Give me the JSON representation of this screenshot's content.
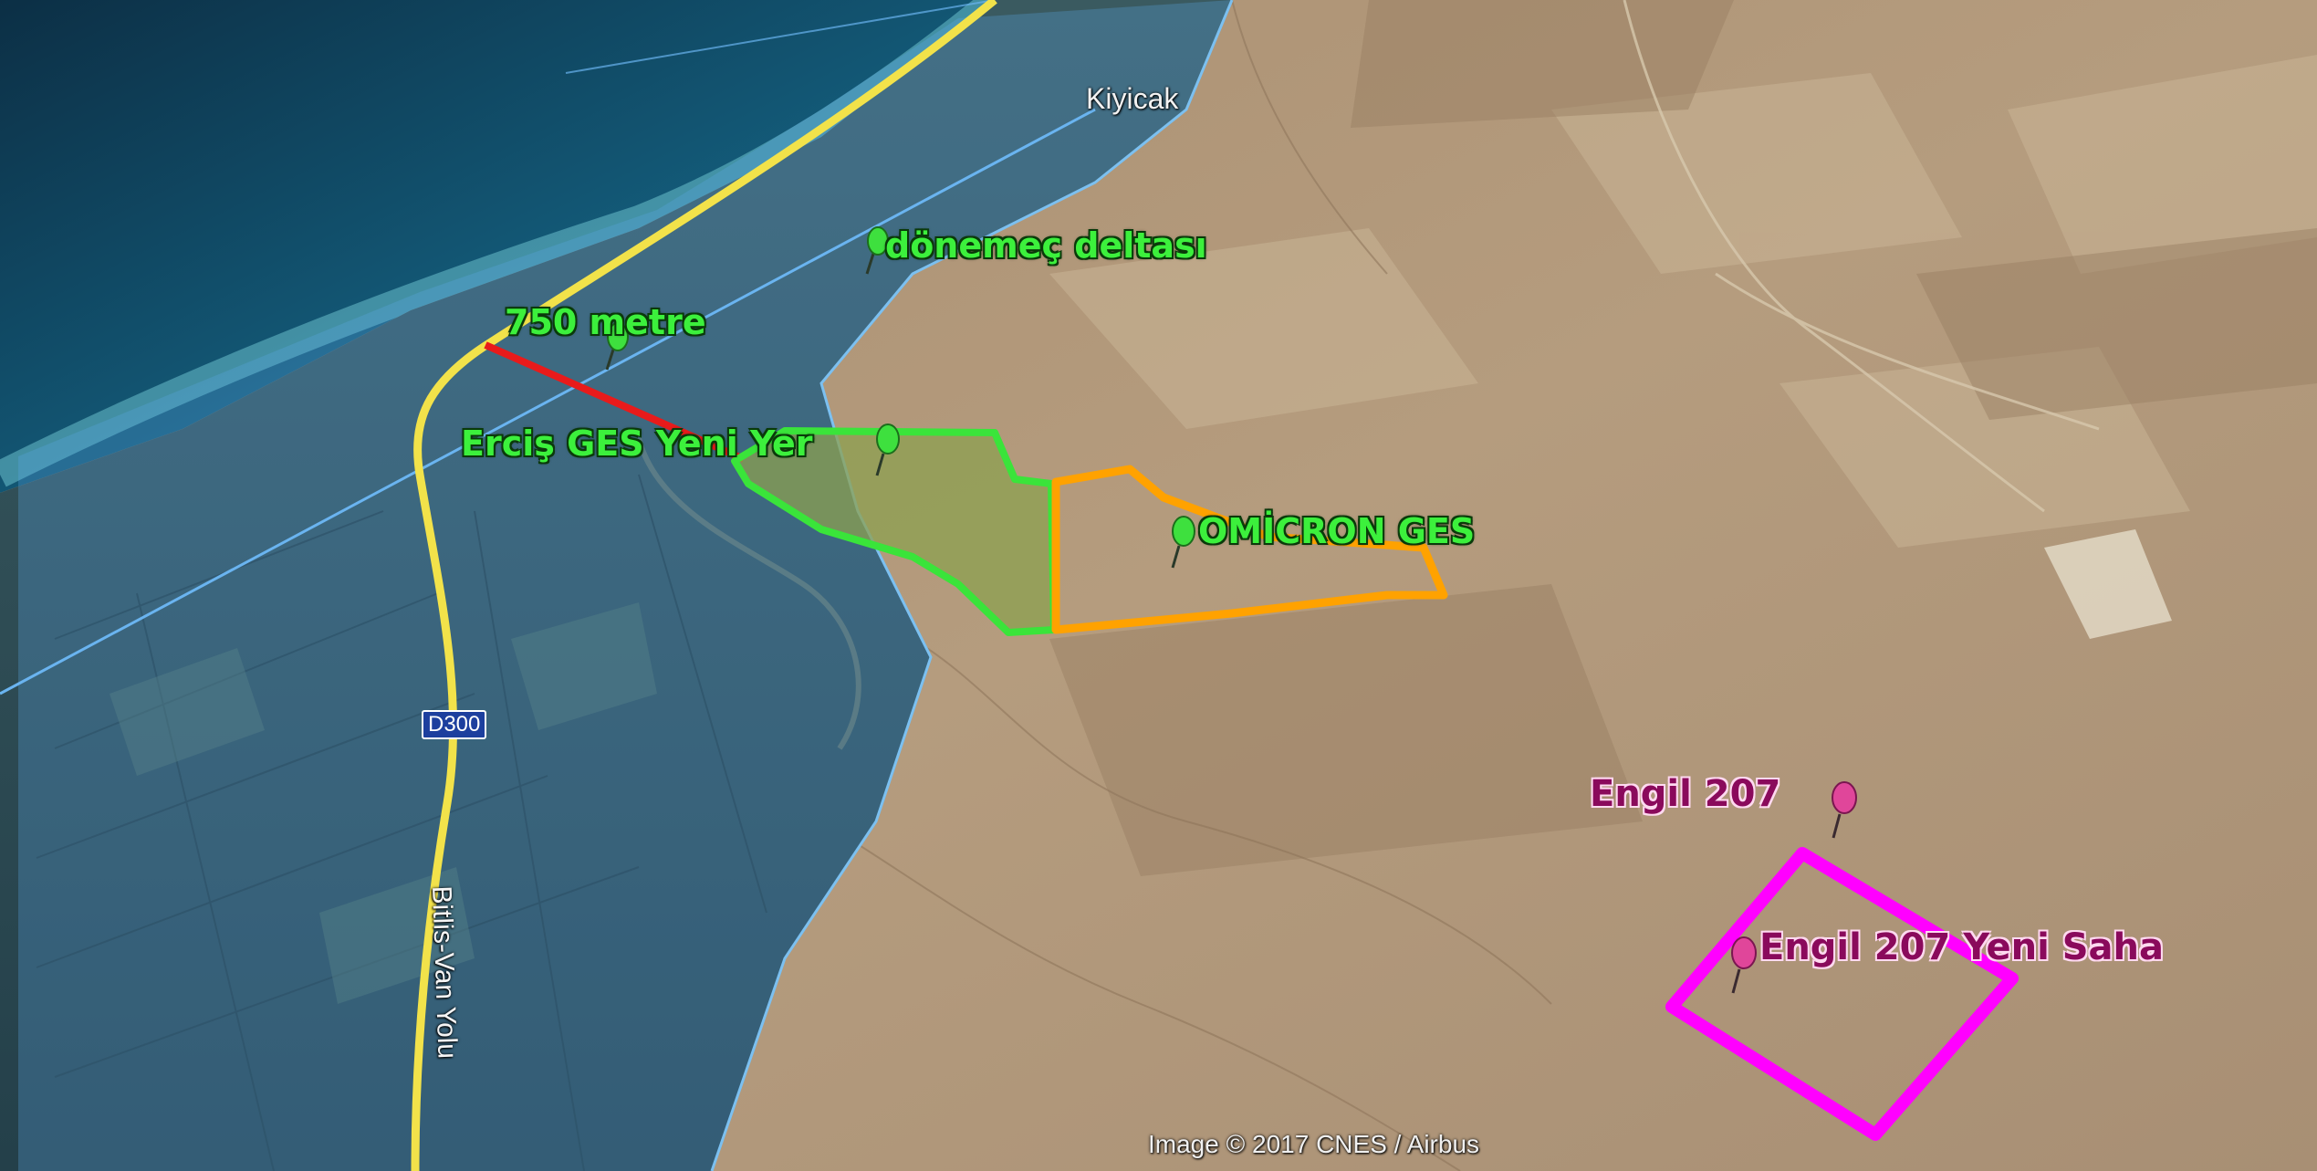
{
  "map": {
    "places": {
      "kiyicak": "Kiyicak",
      "delta": "dönemeç deltası",
      "distance": "750 metre",
      "ercis_ges": "Erciş GES Yeni Yer",
      "omicron": "OMİCRON GES",
      "engil_207": "Engil 207",
      "engil_207_new": "Engil 207 Yeni Saha"
    },
    "road_shield": "D300",
    "road_name": "Bitlis-Van Yolu",
    "credit": "Image © 2017 CNES / Airbus"
  },
  "colors": {
    "green_pin": "#3ee03e",
    "pink_pin": "#e0469a",
    "ercis_outline": "#3ae43a",
    "omicron_outline": "#ffa200",
    "engil_outline": "#ff00ff",
    "distance_line": "#e81b1b",
    "road": "#f2e24a",
    "water_overlay": "#5fa8e8"
  }
}
